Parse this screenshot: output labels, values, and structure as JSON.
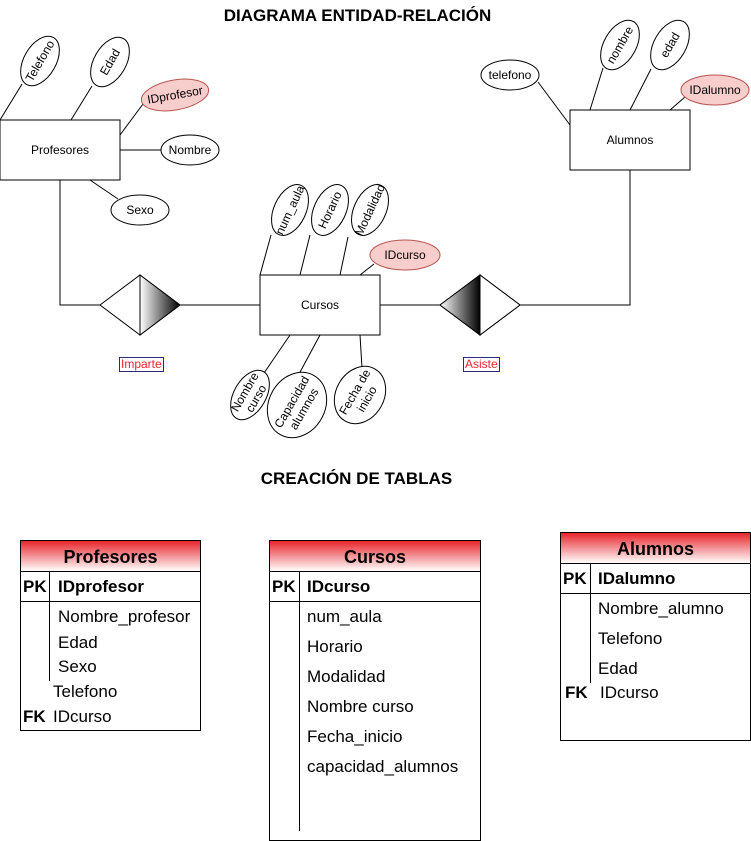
{
  "titles": {
    "er": "DIAGRAMA ENTIDAD-RELACIÓN",
    "tables": "CREACIÓN DE TABLAS"
  },
  "entities": {
    "profesores": "Profesores",
    "alumnos": "Alumnos",
    "cursos": "Cursos"
  },
  "attributes": {
    "prof_telefono": "Telefono",
    "prof_edad": "Edad",
    "prof_idprofesor": "IDprofesor",
    "prof_nombre": "Nombre",
    "prof_sexo": "Sexo",
    "alum_telefono": "telefono",
    "alum_nombre": "nombre",
    "alum_edad": "edad",
    "alum_idalumno": "IDalumno",
    "curso_num_aula": "num_aula",
    "curso_horario": "Horario",
    "curso_modalidad": "Modalidad",
    "curso_idcurso": "IDcurso",
    "curso_nombre_1": "Nombre",
    "curso_nombre_2": "curso",
    "curso_capacidad_1": "Capacidad",
    "curso_capacidad_2": "alumnos",
    "curso_fecha_1": "Fecha de",
    "curso_fecha_2": "inicio"
  },
  "relations": {
    "imparte": "Imparte",
    "asiste": "Asiste"
  },
  "colors": {
    "pk_fill": "#f8cecc",
    "pk_stroke": "#b85450",
    "header_red": "#e8262c",
    "rel_label": "#e8262c"
  },
  "tables": {
    "profesores": {
      "title": "Profesores",
      "pk_marker": "PK",
      "pk": "IDprofesor",
      "fields": [
        "Nombre_profesor",
        "Edad",
        "Sexo"
      ],
      "extra": "Telefono",
      "fk_marker": "FK",
      "fk": "IDcurso"
    },
    "cursos": {
      "title": "Cursos",
      "pk_marker": "PK",
      "pk": "IDcurso",
      "fields": [
        "num_aula",
        "Horario",
        "Modalidad",
        "Nombre curso",
        "Fecha_inicio",
        "capacidad_alumnos"
      ]
    },
    "alumnos": {
      "title": "Alumnos",
      "pk_marker": "PK",
      "pk": "IDalumno",
      "fields": [
        "Nombre_alumno",
        "Telefono",
        "Edad"
      ],
      "fk_marker": "FK",
      "fk": "IDcurso"
    }
  }
}
